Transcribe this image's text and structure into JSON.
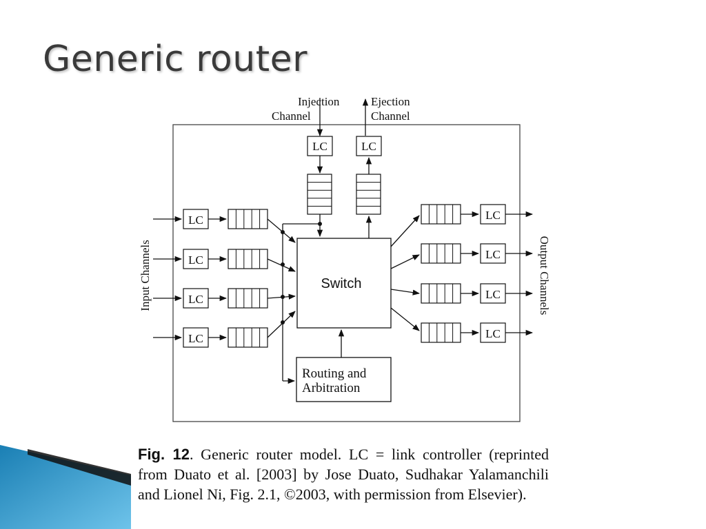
{
  "slide": {
    "title": "Generic router"
  },
  "diagram": {
    "injection_label": [
      "Injection",
      "Channel"
    ],
    "ejection_label": [
      "Ejection",
      "Channel"
    ],
    "input_channels_label": "Input Channels",
    "output_channels_label": "Output Channels",
    "lc_label": "LC",
    "switch_label": "Switch",
    "routing_label": [
      "Routing and",
      "Arbitration"
    ]
  },
  "caption": {
    "fig_label": "Fig. 12",
    "text": ".   Generic router model. LC = link controller (reprinted from Duato et al. [2003] by Jose Duato, Sudhakar Yalamanchili and Lionel Ni, Fig. 2.1, ©2003, with permission from Elsevier)."
  }
}
